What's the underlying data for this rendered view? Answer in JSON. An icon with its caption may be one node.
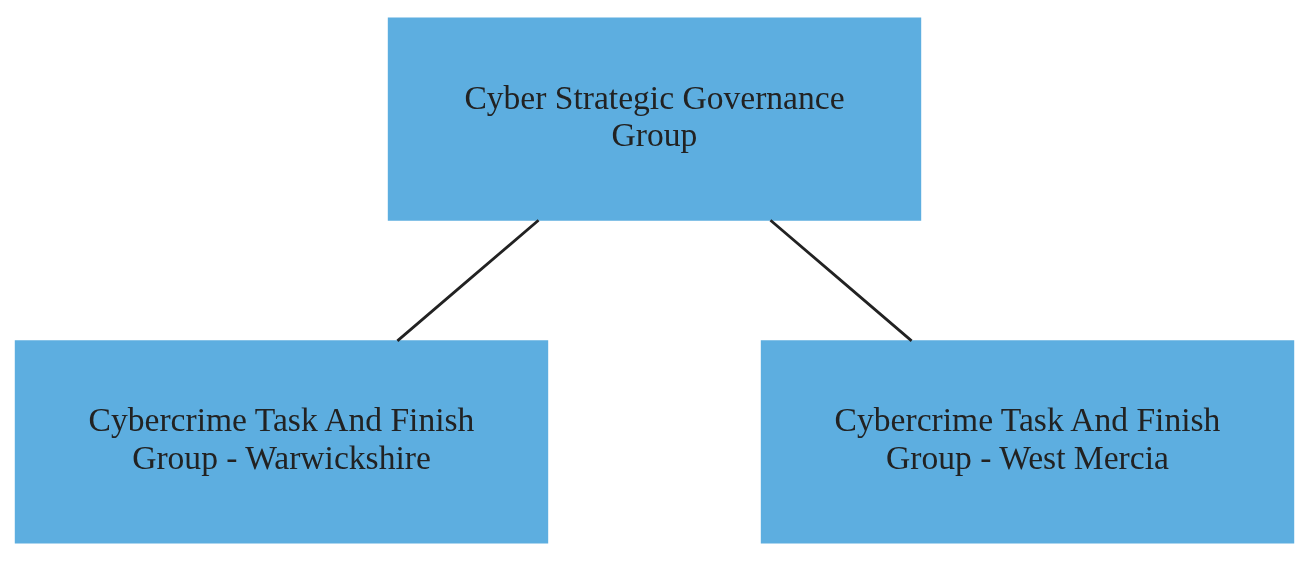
{
  "diagram": {
    "nodes": [
      {
        "text": [
          "Cyber Strategic Governance Group"
        ]
      },
      {
        "text": [
          "Cybercrime Task And Finish Group - Warwickshire"
        ]
      },
      {
        "text": [
          "Cybercrime Task And Finish Group - West Mercia"
        ]
      }
    ],
    "edges": [
      {
        "from": 0,
        "to": 1,
        "arrow": "none"
      },
      {
        "from": 0,
        "to": 2,
        "arrow": "none"
      }
    ]
  }
}
